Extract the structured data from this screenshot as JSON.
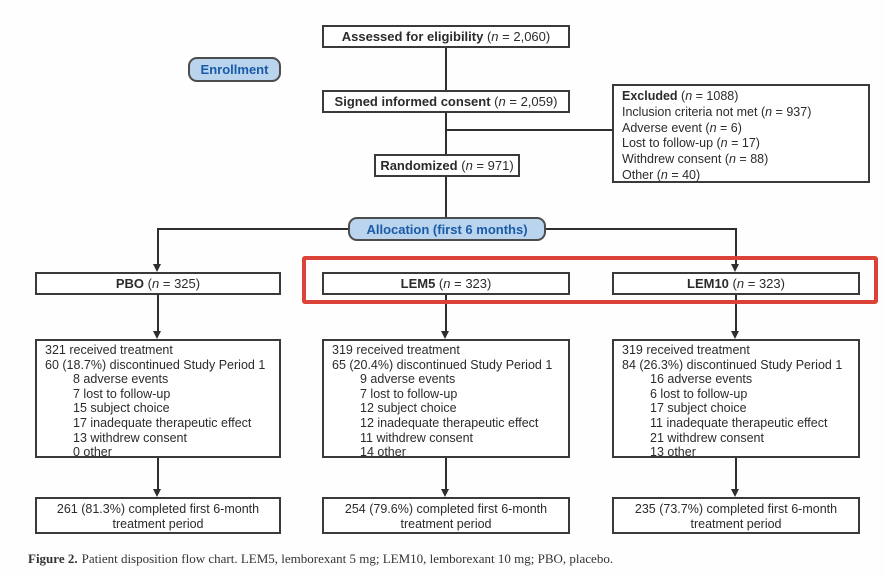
{
  "colors": {
    "stage_fill": "#b9d4ec",
    "stage_border": "#4d4d4d",
    "stage_text": "#1a5ba8",
    "highlight_red": "#dc4338",
    "line": "#2e2e2e"
  },
  "stages": {
    "enrollment": "Enrollment",
    "allocation": "Allocation (first 6 months)"
  },
  "flow": {
    "assessed": {
      "label": "Assessed for eligibility",
      "n": "2,060"
    },
    "consent": {
      "label": "Signed informed consent",
      "n": "2,059"
    },
    "randomized": {
      "label": "Randomized",
      "n": "971"
    }
  },
  "excluded": {
    "title": "Excluded",
    "n": "1088",
    "items": [
      {
        "text": "Inclusion criteria not met",
        "n": "937"
      },
      {
        "text": "Adverse event",
        "n": "6"
      },
      {
        "text": "Lost to follow-up",
        "n": "17"
      },
      {
        "text": "Withdrew consent",
        "n": "88"
      },
      {
        "text": "Other",
        "n": "40"
      }
    ]
  },
  "arms": [
    {
      "name": "PBO",
      "n": "325",
      "received": "321 received treatment",
      "discontinued": "60 (18.7%) discontinued Study Period 1",
      "reasons": [
        "8 adverse events",
        "7 lost to follow-up",
        "15 subject choice",
        "17 inadequate therapeutic effect",
        "13 withdrew consent",
        "0 other"
      ],
      "completed_line1": "261 (81.3%) completed first 6-month",
      "completed_line2": "treatment period"
    },
    {
      "name": "LEM5",
      "n": "323",
      "received": "319 received treatment",
      "discontinued": "65 (20.4%) discontinued Study Period 1",
      "reasons": [
        "9 adverse events",
        "7 lost to follow-up",
        "12 subject choice",
        "12 inadequate therapeutic effect",
        "11 withdrew consent",
        "14 other"
      ],
      "completed_line1": "254 (79.6%) completed first 6-month",
      "completed_line2": "treatment period"
    },
    {
      "name": "LEM10",
      "n": "323",
      "received": "319 received treatment",
      "discontinued": "84 (26.3%) discontinued Study Period 1",
      "reasons": [
        "16 adverse events",
        "6 lost to follow-up",
        "17 subject choice",
        "11 inadequate therapeutic effect",
        "21 withdrew consent",
        "13 other"
      ],
      "completed_line1": "235 (73.7%) completed first 6-month",
      "completed_line2": "treatment period"
    }
  ],
  "caption": {
    "label": "Figure 2.",
    "text": "Patient disposition flow chart. LEM5, lemborexant 5 mg; LEM10, lemborexant 10 mg; PBO, placebo."
  }
}
